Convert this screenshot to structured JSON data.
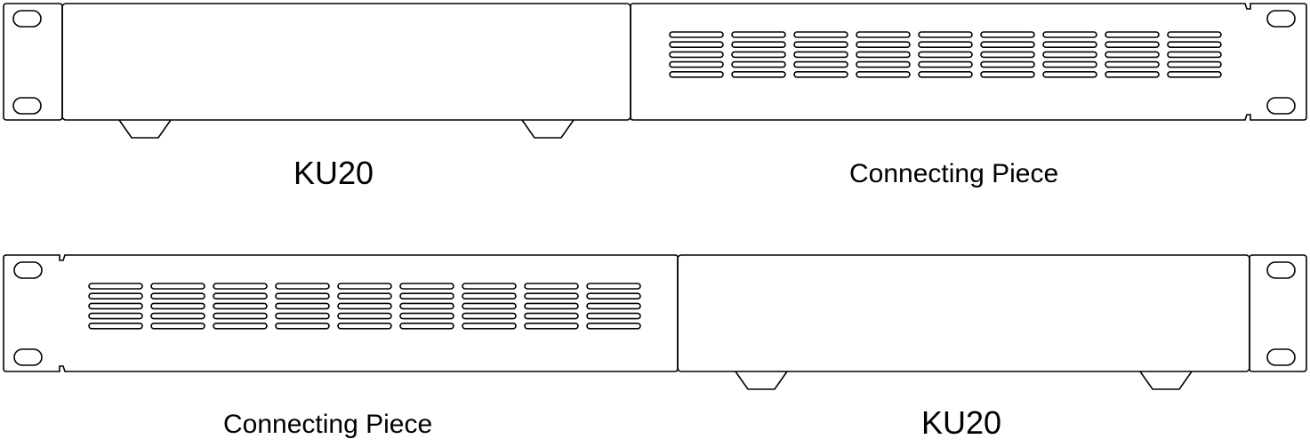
{
  "colors": {
    "line": "#000000",
    "background": "#ffffff"
  },
  "icons": {
    "ku20": "rack-unit-outline",
    "connecting_piece": "vented-blank-panel",
    "mount_hole": "oval-slot",
    "foot": "trapezoid-foot"
  },
  "assemblies": [
    {
      "ku20_label": "KU20",
      "connecting_piece_label": "Connecting Piece"
    },
    {
      "connecting_piece_label": "Connecting Piece",
      "ku20_label": "KU20"
    }
  ]
}
